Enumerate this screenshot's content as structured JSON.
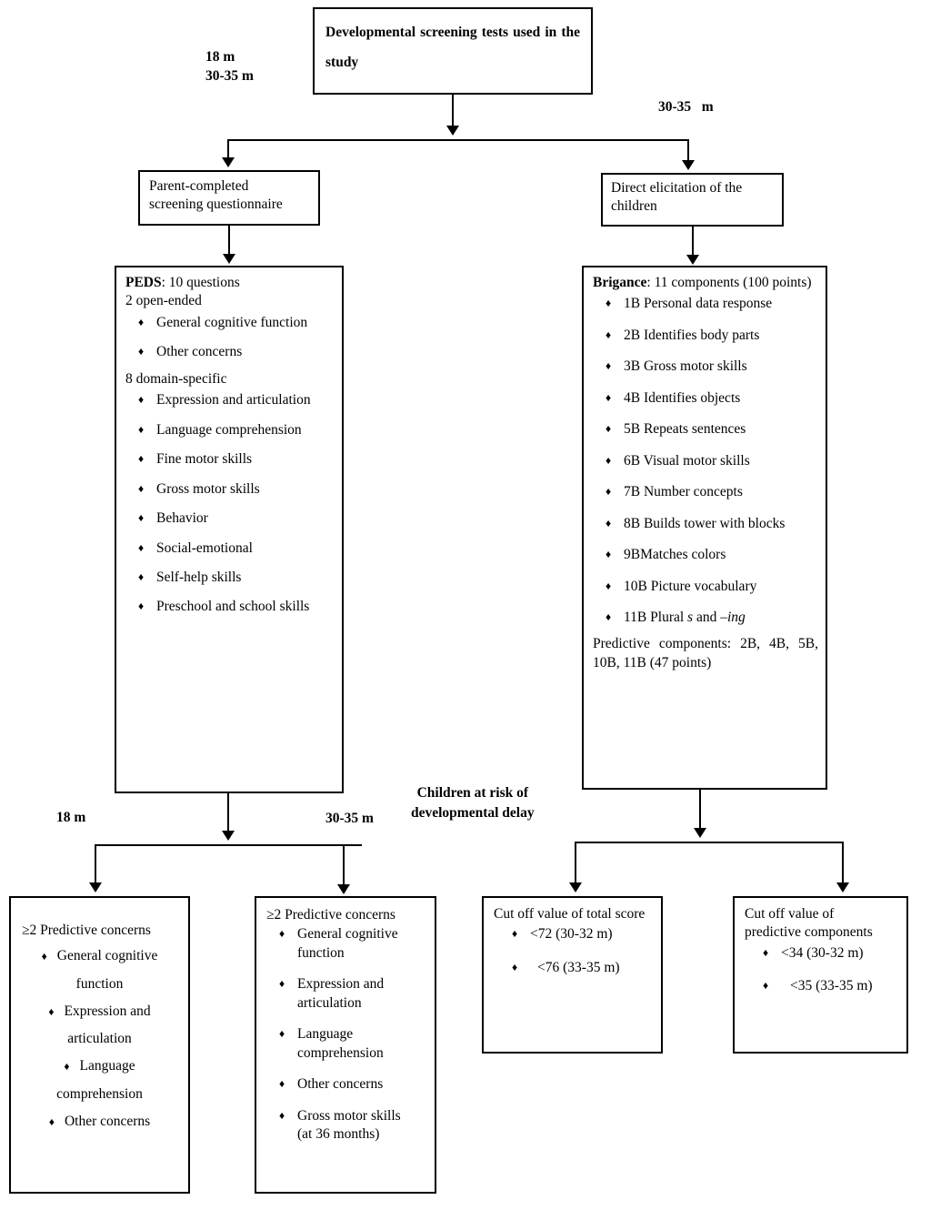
{
  "title_box": {
    "text": "Developmental  screening  tests  used  in  the study"
  },
  "edge_labels": {
    "top_left": "18 m\n30-35 m",
    "top_right": "30-35   m",
    "mid_left": "18 m",
    "mid_right": "30-35 m",
    "children_at_risk": "Children at risk of\ndevelopmental delay"
  },
  "level2": {
    "left": {
      "text": "Parent-completed\nscreening questionnaire"
    },
    "right": {
      "text": "Direct  elicitation  of  the\nchildren"
    }
  },
  "peds": {
    "title_bold": "PEDS",
    "title_rest": ": 10 questions",
    "subhead_1": "2 open-ended",
    "group_1": [
      "General cognitive function",
      "Other concerns"
    ],
    "subhead_2": "8 domain-specific",
    "group_2": [
      "Expression and articulation",
      "Language comprehension",
      "Fine motor skills",
      "Gross motor skills",
      "Behavior",
      "Social-emotional",
      "Self-help skills",
      "Preschool and school skills"
    ]
  },
  "brigance": {
    "title_bold": "Brigance",
    "title_rest": ":  11   components   (100 points)",
    "items": [
      "1B Personal data response",
      "2B Identifies body parts",
      "3B Gross motor skills",
      "4B Identifies objects",
      "5B Repeats sentences",
      "6B Visual motor skills",
      "7B Number concepts",
      "8B Builds tower with blocks",
      "9BMatches colors",
      "10B Picture vocabulary"
    ],
    "item_11_pre": "11B Plural ",
    "item_11_ital1": "s",
    "item_11_mid": " and ",
    "item_11_ital2": "–ing",
    "footer": "Predictive components: 2B, 4B, 5B, 10B, 11B (47 points)"
  },
  "outcome_left": {
    "heading_sym": "≥2",
    "heading_rest": " Predictive concerns",
    "items": [
      "General cognitive",
      "function",
      "Expression and",
      "articulation",
      "Language",
      "comprehension",
      "Other concerns"
    ],
    "bulleted": [
      true,
      false,
      true,
      false,
      true,
      false,
      true
    ]
  },
  "outcome_mid": {
    "heading_sym": "≥2",
    "heading_rest": " Predictive concerns",
    "items": [
      "General cognitive\nfunction",
      "Expression and\narticulation",
      "Language\ncomprehension",
      "Other concerns",
      "Gross motor skills\n(at 36 months)"
    ]
  },
  "cutoff_total": {
    "heading": "Cut  off  value  of  total score",
    "items": [
      "<72 (30-32 m)",
      "<76 (33-35 m)"
    ]
  },
  "cutoff_predictive": {
    "heading": "Cut off value of\npredictive components",
    "items": [
      "<34 (30-32 m)",
      "<35 (33-35 m)"
    ]
  },
  "colors": {
    "stroke": "#000000",
    "background": "#ffffff"
  }
}
